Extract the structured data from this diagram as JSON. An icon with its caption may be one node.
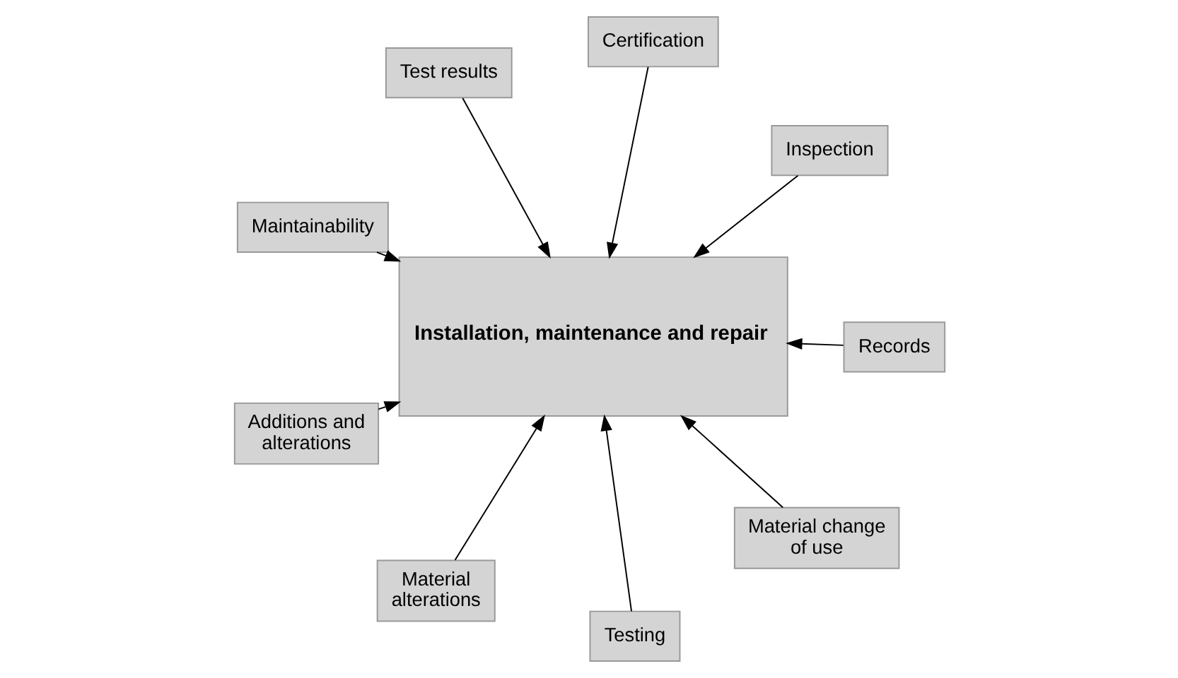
{
  "diagram": {
    "nodes": [
      {
        "text": [
          "Maintainability"
        ]
      },
      {
        "text": [
          "Inspection"
        ]
      },
      {
        "text": [
          "Testing"
        ]
      },
      {
        "text": [
          "Certification"
        ]
      },
      {
        "text": [
          "Installation, maintenance and repair"
        ]
      },
      {
        "text": [
          "Test results"
        ]
      },
      {
        "text": [
          "Additions and alterations"
        ]
      },
      {
        "text": [
          "Records"
        ]
      },
      {
        "text": [
          "Material alterations"
        ]
      },
      {
        "text": [
          "Material change of use"
        ]
      }
    ],
    "edges": [
      {
        "from": 0,
        "to": 4,
        "arrow": "to"
      },
      {
        "from": 1,
        "to": 4,
        "arrow": "to"
      },
      {
        "from": 2,
        "to": 4,
        "arrow": "to"
      },
      {
        "from": 3,
        "to": 4,
        "arrow": "to"
      },
      {
        "from": 5,
        "to": 4,
        "arrow": "to"
      },
      {
        "from": 6,
        "to": 4,
        "arrow": "to"
      },
      {
        "from": 7,
        "to": 4,
        "arrow": "to"
      },
      {
        "from": 8,
        "to": 4,
        "arrow": "to"
      },
      {
        "from": 9,
        "to": 4,
        "arrow": "to"
      }
    ]
  }
}
